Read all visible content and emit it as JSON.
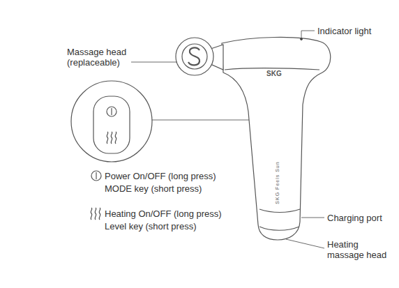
{
  "diagram": {
    "labels": [
      "Indicator light",
      "Massage head (replaceable)",
      "Power On/OFF  (long press)",
      "MODE key (short press)",
      "Heating On/OFF  (long press)",
      "Level key (short press)",
      "Charging port",
      "Heating massage head",
      "SKG",
      "SKG Feels Sun"
    ]
  }
}
